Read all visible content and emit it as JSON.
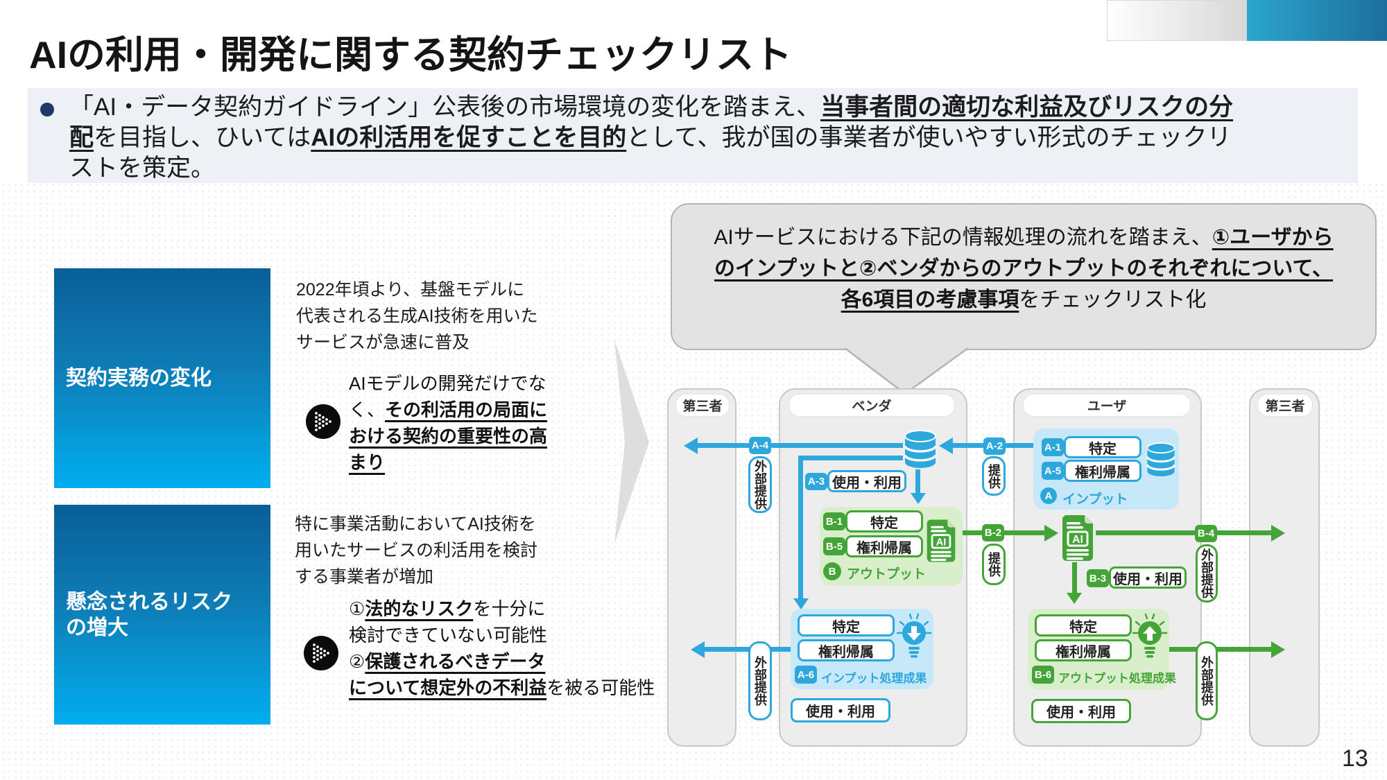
{
  "slide": {
    "title": "AIの利用・開発に関する契約チェックリスト",
    "page_number": "13",
    "colors": {
      "accent_blue": "#2ea7dc",
      "accent_green": "#45a437",
      "left_box_gradient_top": "#0a5f97",
      "left_box_gradient_bottom": "#00aeef",
      "bubble_bg": "#e3e3e3",
      "column_bg": "#ededed",
      "intro_bg": "#edf1f6"
    }
  },
  "intro": {
    "seg1": "「AI・データ契約ガイドライン」公表後の市場環境の変化を踏まえ、",
    "seg2": "当事者間の適切な利益及びリスクの分\n配",
    "seg3": "を目指し、ひいては",
    "seg4": "AIの利活用を促すことを目的",
    "seg5": "として、我が国の事業者が使いやすい形式のチェックリ\nストを策定。"
  },
  "left_panel": {
    "box1": {
      "label": "契約実務の変化",
      "para": "2022年頃より、基盤モデルに\n代表される生成AI技術を用いた\nサービスが急速に普及",
      "point_pre": "AIモデルの開発だけでな\nく、",
      "point_strong": "その利活用の局面に\nおける契約の重要性の高\nまり"
    },
    "box2": {
      "label": "懸念されるリスクの増大",
      "para": "特に事業活動においてAI技術を\n用いたサービスの利活用を検討\nする事業者が増加",
      "point_seg1": "①",
      "point_strong1": "法的なリスク",
      "point_seg2": "を十分に\n検討できていない可能性\n②",
      "point_strong2": "保護されるべきデータ\nについて想定外の不利益",
      "point_seg3": "を被る可能性"
    }
  },
  "bubble": {
    "line1_pre": "AIサービスにおける下記の情報処理の流れを踏まえ、",
    "line1_strong": "①ユーザから",
    "line2_strong": "のインプットと②ベンダからのアウトプットのそれぞれについて、",
    "line3_strong": "各6項目の考慮事項",
    "line3_post": "をチェックリスト化"
  },
  "diagram": {
    "columns": {
      "left_third_party": "第三者",
      "vendor": "ベンダ",
      "user": "ユーザ",
      "right_third_party": "第三者"
    },
    "labels": {
      "identify": "特定",
      "rights": "権利帰属",
      "use": "使用・利用",
      "provide": "提供",
      "external_provide": "外部提供",
      "input": "インプット",
      "output": "アウトプット",
      "input_result": "インプット処理成果",
      "output_result": "アウトプット処理成果",
      "ai": "AI"
    },
    "badges": {
      "a": "A",
      "a1": "A-1",
      "a2": "A-2",
      "a3": "A-3",
      "a4": "A-4",
      "a5": "A-5",
      "a6": "A-6",
      "b": "B",
      "b1": "B-1",
      "b2": "B-2",
      "b3": "B-3",
      "b4": "B-4",
      "b5": "B-5",
      "b6": "B-6"
    }
  }
}
